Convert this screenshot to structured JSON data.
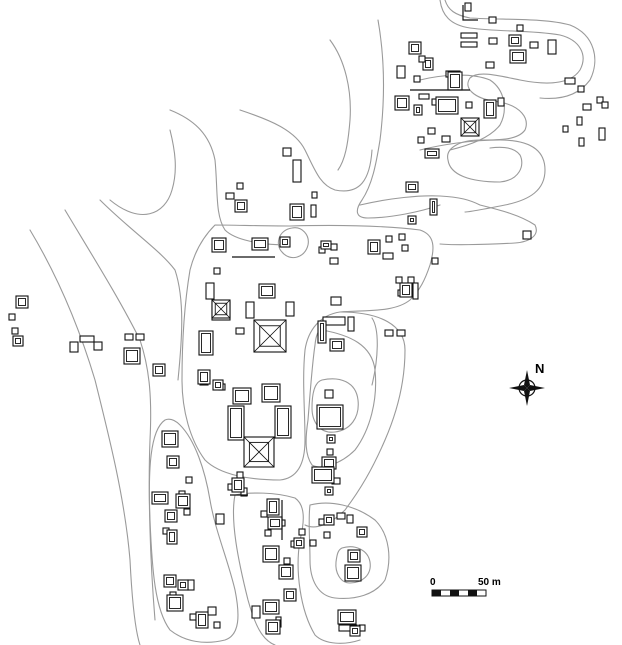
{
  "map": {
    "north_arrow": {
      "label": "N"
    },
    "scale_bar": {
      "start_label": "0",
      "end_label": "50 m",
      "segments": 6
    },
    "colors": {
      "contour": "#9a9a9a",
      "structure": "#111111",
      "background": "#ffffff"
    }
  }
}
